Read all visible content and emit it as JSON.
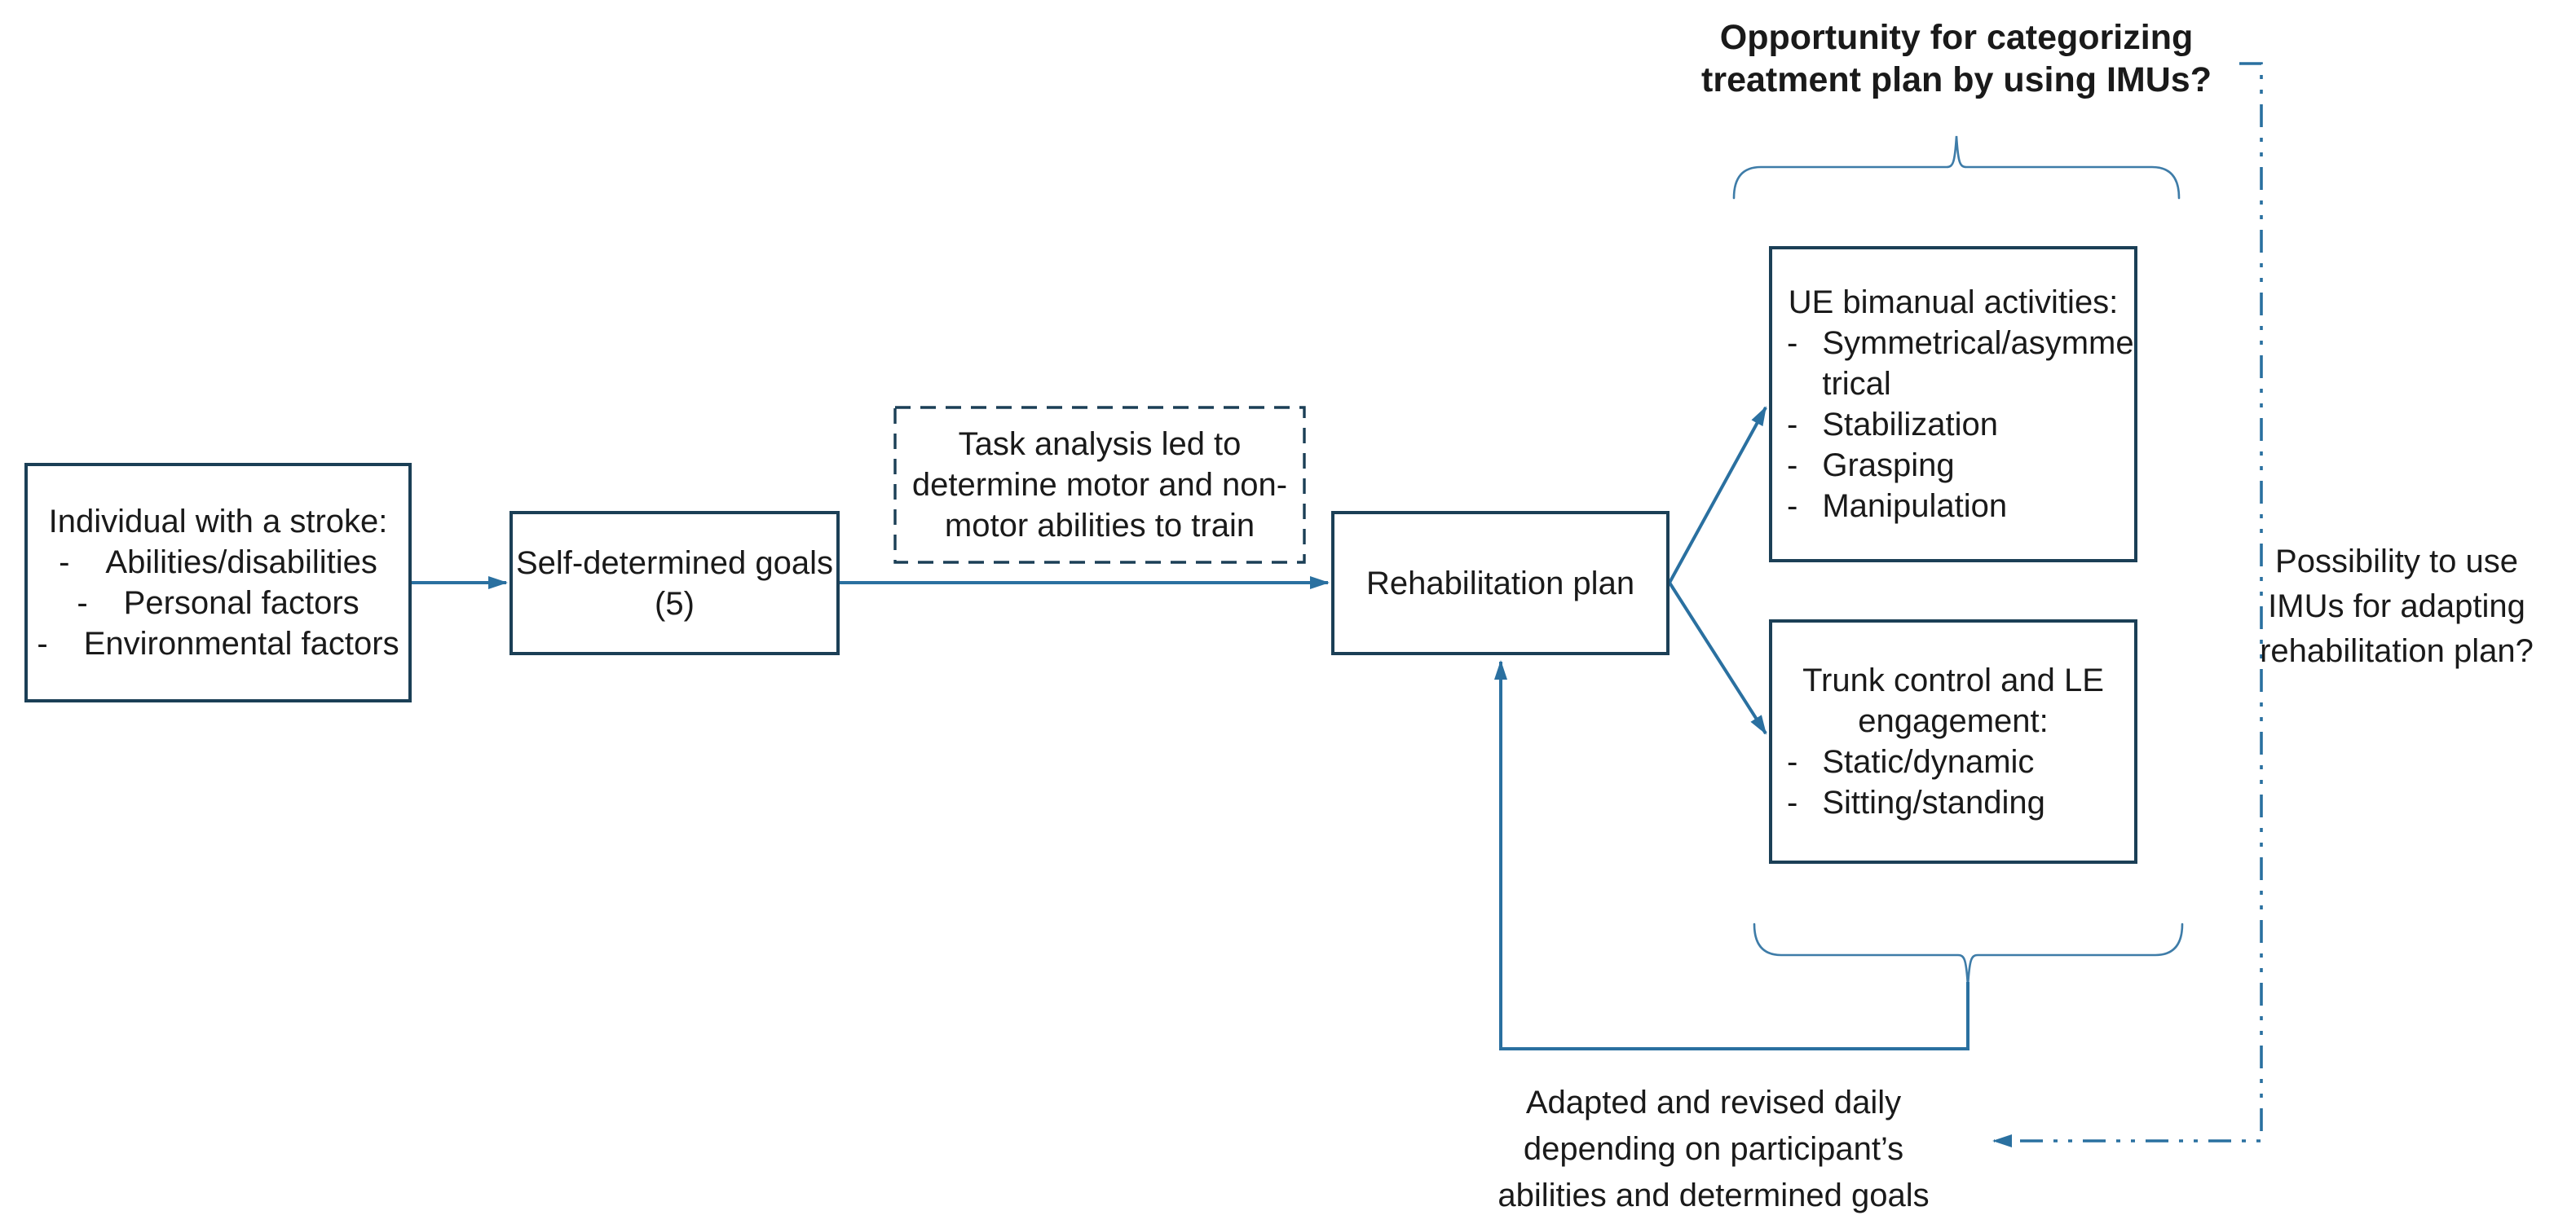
{
  "colors": {
    "box_border": "#1b3f56",
    "connector_line": "#2a70a0",
    "brace": "#3e7ca8",
    "text": "#1a1a1a",
    "background": "#ffffff"
  },
  "annotations": {
    "bullet_marker": "-",
    "top_question_lines": [
      "Opportunity for categorizing",
      "treatment plan by using IMUs?"
    ],
    "right_question_lines": [
      "Possibility to use",
      "IMUs for adapting",
      "rehabilitation plan?"
    ],
    "bottom_note_lines": [
      "Adapted and revised daily",
      "depending on participant’s",
      "abilities and determined goals"
    ]
  },
  "boxes": {
    "individual": {
      "heading": "Individual with a stroke:",
      "bullets": [
        "Abilities/disabilities",
        "Personal factors",
        "Environmental factors"
      ]
    },
    "goals": {
      "lines": [
        "Self-determined goals",
        "(5)"
      ]
    },
    "task": {
      "lines": [
        "Task analysis led to",
        "determine motor and non-",
        "motor abilities to train"
      ]
    },
    "rehab": {
      "label": "Rehabilitation plan"
    },
    "ue": {
      "heading": "UE bimanual activities:",
      "bullets": [
        "Symmetrical/asymmetrical",
        "Stabilization",
        "Grasping",
        "Manipulation"
      ]
    },
    "trunk": {
      "heading_lines": [
        "Trunk control and LE",
        "engagement:"
      ],
      "bullets": [
        "Static/dynamic",
        "Sitting/standing"
      ]
    }
  }
}
